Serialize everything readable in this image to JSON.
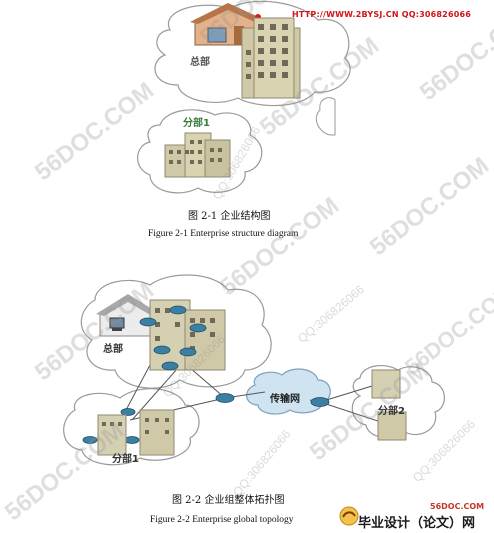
{
  "header": {
    "watermark_url": "HTTP://WWW.2BYSJ.CN  QQ:306826066"
  },
  "figure1": {
    "caption_cn": "图 2-1  企业结构图",
    "caption_en": "Figure 2-1 Enterprise structure diagram",
    "hq_label": "总部",
    "branch_label": "分部1"
  },
  "figure2": {
    "caption_cn": "图 2-2  企业组整体拓扑图",
    "caption_en": "Figure 2-2 Enterprise global topology",
    "hq_label": "总部",
    "network_label": "传输网",
    "branch1_label": "分部1",
    "branch2_label": "分部2"
  },
  "watermarks": {
    "site": "56DOC.COM",
    "qq": "QQ:306826066"
  },
  "brand": {
    "url": "56DOC.COM",
    "text": "毕业设计（论文）网"
  },
  "colors": {
    "watermark_red": "#d0141b",
    "building": "#cfc9a8",
    "cloud_stroke": "#9a9a9a",
    "router": "#3b7fa3"
  }
}
